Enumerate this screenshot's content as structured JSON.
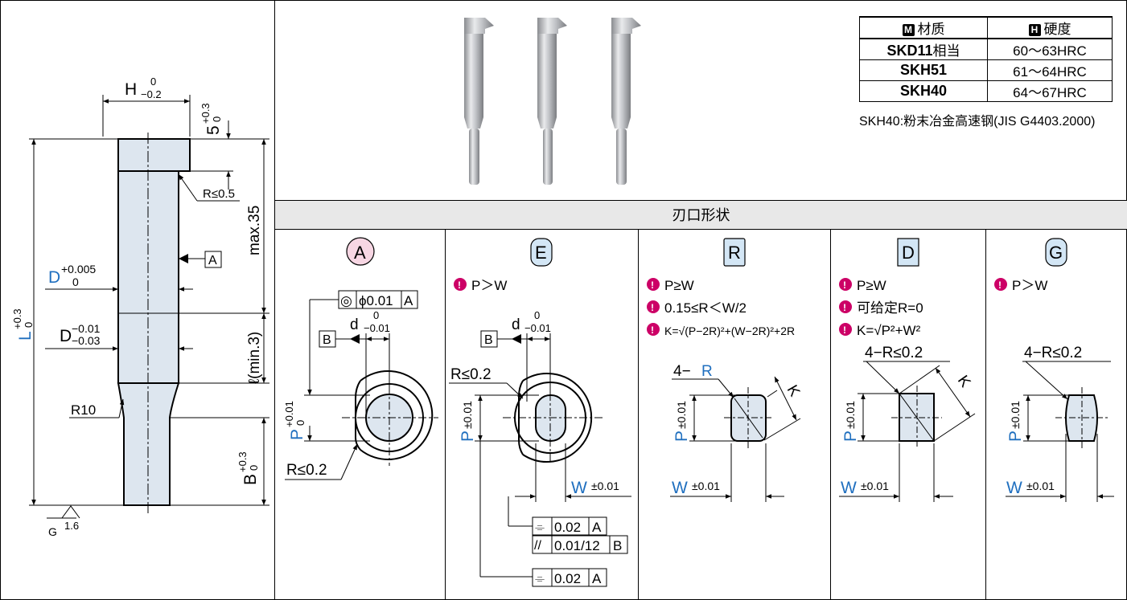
{
  "left_drawing": {
    "h_label": "H",
    "h_tol_upper": "0",
    "h_tol_lower": "−0.2",
    "head_label": "5",
    "head_tol_upper": "+0.3",
    "head_tol_lower": "0",
    "r_fillet": "R≤0.5",
    "max_label": "max.35",
    "datum_a": "A",
    "d_upper_label": "D",
    "d_upper_tol_upper": "+0.005",
    "d_upper_tol_lower": "0",
    "d_lower_label": "D",
    "d_lower_tol_upper": "−0.01",
    "d_lower_tol_lower": "−0.03",
    "l_min_label": "ℓ(min.3)",
    "r10_label": "R10",
    "L_label": "L",
    "L_tol_upper": "+0.3",
    "L_tol_lower": "0",
    "B_label": "B",
    "B_tol_upper": "+0.3",
    "B_tol_lower": "0",
    "roughness_g": "G",
    "roughness_value": "1.6"
  },
  "materials": {
    "header_material": "材质",
    "header_hardness": "硬度",
    "header_material_chip": "M",
    "header_hardness_chip": "H",
    "rows": [
      {
        "material": "SKD11",
        "suffix": "相当",
        "hardness": "60～63HRC"
      },
      {
        "material": "SKH51",
        "suffix": "",
        "hardness": "61～64HRC"
      },
      {
        "material": "SKH40",
        "suffix": "",
        "hardness": "64～67HRC"
      }
    ],
    "note": "SKH40:粉末冶金高速钢(JIS G4403.2000)"
  },
  "section_title": "刃口形状",
  "panels": {
    "A": {
      "badge": "A",
      "fcf_symbol": "◎",
      "fcf_tol": "ϕ0.01",
      "fcf_datum": "A",
      "datum_b": "B",
      "d_label": "d",
      "d_tol_upper": "0",
      "d_tol_lower": "−0.01",
      "p_label": "P",
      "p_tol_upper": "+0.01",
      "p_tol_lower": "0",
      "r_label": "R≤0.2"
    },
    "E": {
      "badge": "E",
      "cond1": "P＞W",
      "datum_b": "B",
      "d_label": "d",
      "d_tol_upper": "0",
      "d_tol_lower": "−0.01",
      "r_label": "R≤0.2",
      "p_label": "P",
      "p_tol": "±0.01",
      "w_label": "W",
      "w_tol": "±0.01",
      "fcf1_symbol": "⌯",
      "fcf1_tol": "0.02",
      "fcf1_datum": "A",
      "fcf2_symbol": "//",
      "fcf2_tol": "0.01/12",
      "fcf2_datum": "B",
      "fcf3_symbol": "⌯",
      "fcf3_tol": "0.02",
      "fcf3_datum": "A"
    },
    "R": {
      "badge": "R",
      "cond1": "P≥W",
      "cond2": "0.15≤R＜W/2",
      "cond3": "K=√(P−2R)²+(W−2R)²+2R",
      "corner_prefix": "4−",
      "corner_r": "R",
      "k_label": "K",
      "p_label": "P",
      "p_tol": "±0.01",
      "w_label": "W",
      "w_tol": "±0.01"
    },
    "D": {
      "badge": "D",
      "cond1": "P≥W",
      "cond2": "可给定R=0",
      "cond3": "K=√P²+W²",
      "corner": "4−R≤0.2",
      "k_label": "K",
      "p_label": "P",
      "p_tol": "±0.01",
      "w_label": "W",
      "w_tol": "±0.01"
    },
    "G": {
      "badge": "G",
      "cond1": "P＞W",
      "corner": "4−R≤0.2",
      "p_label": "P",
      "p_tol": "±0.01",
      "w_label": "W",
      "w_tol": "±0.01"
    }
  },
  "colors": {
    "accent_blue": "#1f6fbf",
    "magenta": "#cc0066",
    "badge_a_fill": "#f7d6e3",
    "badge_blue_fill": "#d3e6f5",
    "part_fill": "#dde6ef",
    "header_bg": "#e8e8e8"
  }
}
